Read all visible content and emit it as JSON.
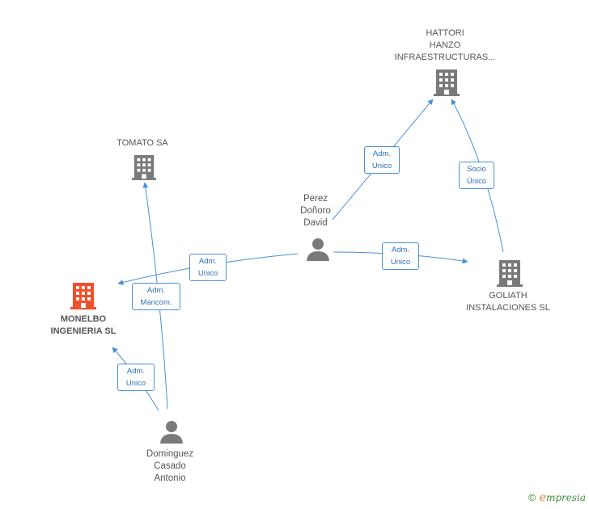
{
  "colors": {
    "edge": "#4a90d9",
    "company": "#7a7a7a",
    "main_company": "#f0502c",
    "person": "#7a7a7a"
  },
  "nodes": {
    "hattori": {
      "lines": [
        "HATTORI",
        "HANZO",
        "INFRAESTRUCTURAS..."
      ],
      "icon": "building-icon"
    },
    "tomato": {
      "lines": [
        "TOMATO SA"
      ],
      "icon": "building-icon"
    },
    "perez": {
      "lines": [
        "Perez",
        "Doñoro",
        "David"
      ],
      "icon": "person-icon"
    },
    "monelbo": {
      "lines": [
        "MONELBO",
        "INGENIERIA SL"
      ],
      "icon": "building-icon"
    },
    "goliath": {
      "lines": [
        "GOLIATH",
        "INSTALACIONES SL"
      ],
      "icon": "building-icon"
    },
    "dominguez": {
      "lines": [
        "Dominguez",
        "Casado",
        "Antonio"
      ],
      "icon": "person-icon"
    }
  },
  "edges": {
    "perez_hattori": {
      "lines": [
        "Adm.",
        "Unico"
      ]
    },
    "goliath_hattori": {
      "lines": [
        "Socio",
        "Único"
      ]
    },
    "perez_monelbo": {
      "lines": [
        "Adm.",
        "Unico"
      ]
    },
    "dominguez_tomato": {
      "lines": [
        "Adm.",
        "Mancom."
      ]
    },
    "perez_goliath": {
      "lines": [
        "Adm.",
        "Unico"
      ]
    },
    "dominguez_monelbo": {
      "lines": [
        "Adm.",
        "Unico"
      ]
    }
  },
  "footer": {
    "copyright": "©",
    "brand_initial": "e",
    "brand_rest": "mpresia"
  }
}
